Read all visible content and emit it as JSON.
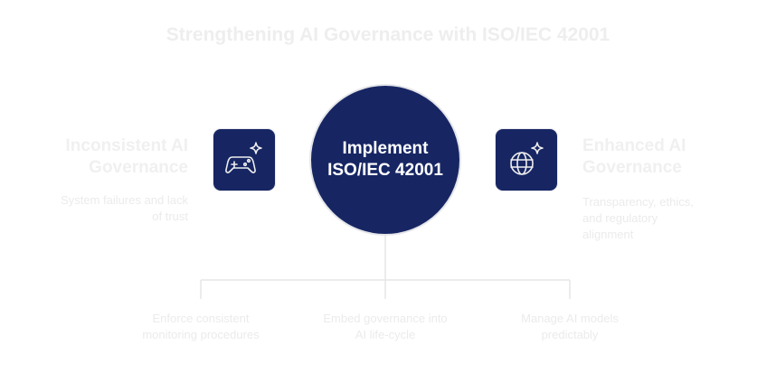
{
  "title": "Strengthening AI Governance with ISO/IEC 42001",
  "center": {
    "line1": "Implement",
    "line2": "ISO/IEC 42001"
  },
  "left": {
    "heading_line1": "Inconsistent AI",
    "heading_line2": "Governance",
    "desc_line1": "System failures and lack",
    "desc_line2": "of trust",
    "icon": "gamepad-sparkle-icon"
  },
  "right": {
    "heading_line1": "Enhanced AI",
    "heading_line2": "Governance",
    "desc_line1": "Transparency, ethics,",
    "desc_line2": "and regulatory",
    "desc_line3": "alignment",
    "icon": "globe-sparkle-icon"
  },
  "steps": [
    {
      "line1": "Enforce consistent",
      "line2": "monitoring procedures"
    },
    {
      "line1": "Embed governance into",
      "line2": "AI life-cycle"
    },
    {
      "line1": "Manage AI models",
      "line2": "predictably"
    }
  ],
  "colors": {
    "navy": "#172663",
    "faint_text": "#eeeeee"
  }
}
